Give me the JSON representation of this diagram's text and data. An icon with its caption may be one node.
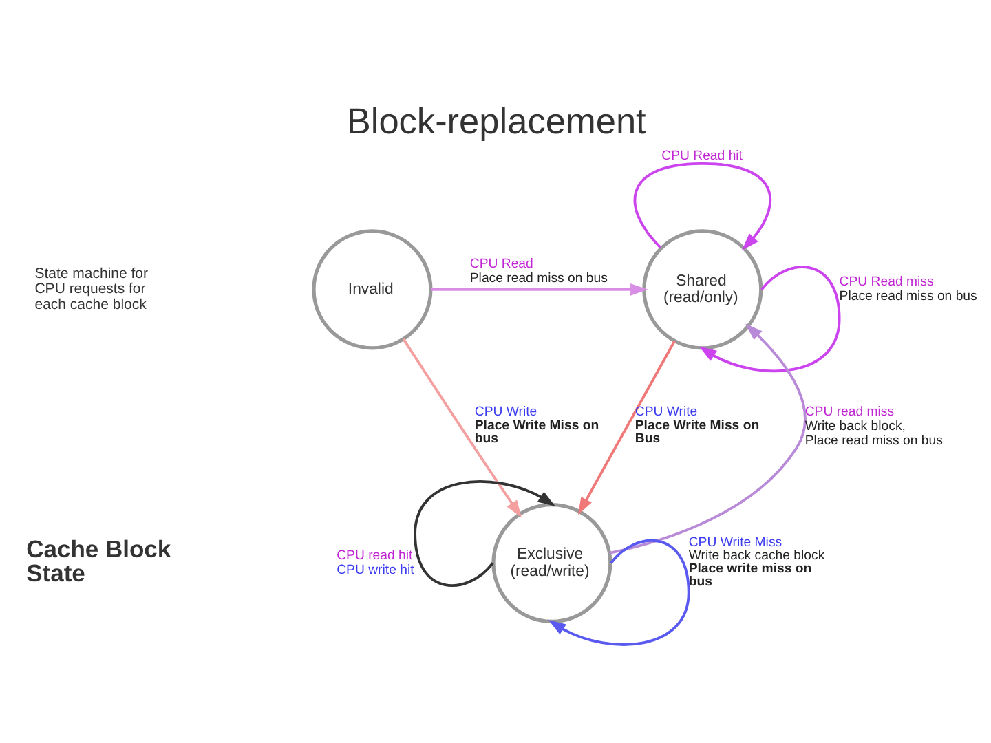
{
  "diagram": {
    "title": "Block-replacement",
    "nodes": [
      {
        "text": [
          "Invalid"
        ]
      },
      {
        "text": [
          "Shared (read/only)"
        ]
      },
      {
        "text": [
          "Exclusive (read/write)"
        ]
      }
    ],
    "edges": [
      {
        "from": 1,
        "to": 1,
        "arrow": "to",
        "label": [
          "CPU Read hit"
        ],
        "color": "#cc44ee"
      },
      {
        "from": 0,
        "to": 1,
        "arrow": "to",
        "label": [
          "CPU Read",
          "Place read miss on bus"
        ],
        "color": "#d98ee6"
      },
      {
        "from": 1,
        "to": 1,
        "arrow": "to",
        "label": [
          "CPU Read miss",
          "Place read miss on bus"
        ],
        "color": "#cc44ee"
      },
      {
        "from": 0,
        "to": 2,
        "arrow": "to",
        "label": [
          "CPU Write",
          "Place Write Miss on bus"
        ],
        "color": "#f4a0a0"
      },
      {
        "from": 2,
        "to": 1,
        "arrow": "to",
        "label": [
          "CPU read miss",
          "Write back block, Place read miss on bus"
        ],
        "color": "#b88ad8"
      },
      {
        "from": 1,
        "to": 2,
        "arrow": "to",
        "label": [
          "CPU Write",
          "Place Write Miss on Bus"
        ],
        "color": "#f07878"
      },
      {
        "from": 2,
        "to": 2,
        "arrow": "to",
        "label": [
          "CPU read hit",
          "CPU write hit"
        ],
        "color": "#333333"
      },
      {
        "from": 2,
        "to": 2,
        "arrow": "to",
        "label": [
          "CPU Write Miss",
          "Write back cache block",
          "Place write miss on bus"
        ],
        "color": "#5a5af0"
      }
    ],
    "labels": [
      "State machine for CPU requests for each cache block",
      "Cache Block State"
    ]
  }
}
